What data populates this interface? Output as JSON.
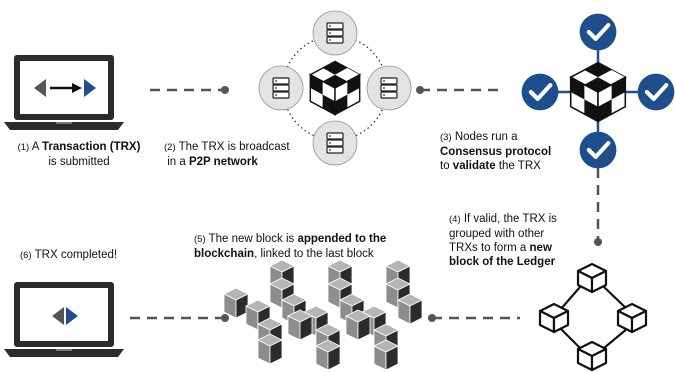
{
  "steps": {
    "s1": {
      "num": "(1)",
      "pre": "A ",
      "bold": "Transaction (TRX)",
      "line2": "is submitted"
    },
    "s2": {
      "num": "(2)",
      "pre": "The TRX is broadcast",
      "line2_pre": "in a ",
      "bold": "P2P network"
    },
    "s3": {
      "num": "(3)",
      "pre": "Nodes run a",
      "bold1": "Consensus protocol",
      "line3_pre": "to ",
      "bold2": "validate",
      "line3_post": " the TRX"
    },
    "s4": {
      "num": "(4)",
      "pre": "If valid, the TRX is",
      "line2": "grouped with other",
      "line3_pre": "TRXs to form a ",
      "bold1": "new",
      "bold2": "block of the Ledger"
    },
    "s5": {
      "num": "(5)",
      "pre": "The new block is ",
      "bold1": "appended to the",
      "bold2": "blockchain",
      "post": ", linked to the last block"
    },
    "s6": {
      "num": "(6)",
      "text": "TRX completed!"
    }
  },
  "icons": {
    "laptop_top": "laptop-transaction-icon",
    "laptop_bottom": "laptop-complete-icon",
    "cube": "blockchain-cube-icon",
    "server": "server-node-icon",
    "check": "checkmark-icon",
    "ledger": "ledger-block-icon",
    "chain": "blockchain-chain-icon"
  },
  "colors": {
    "blue": "#1f4e8c",
    "node_gray": "#e3e3e3",
    "dark": "#2b2b2b",
    "line": "#555555"
  }
}
